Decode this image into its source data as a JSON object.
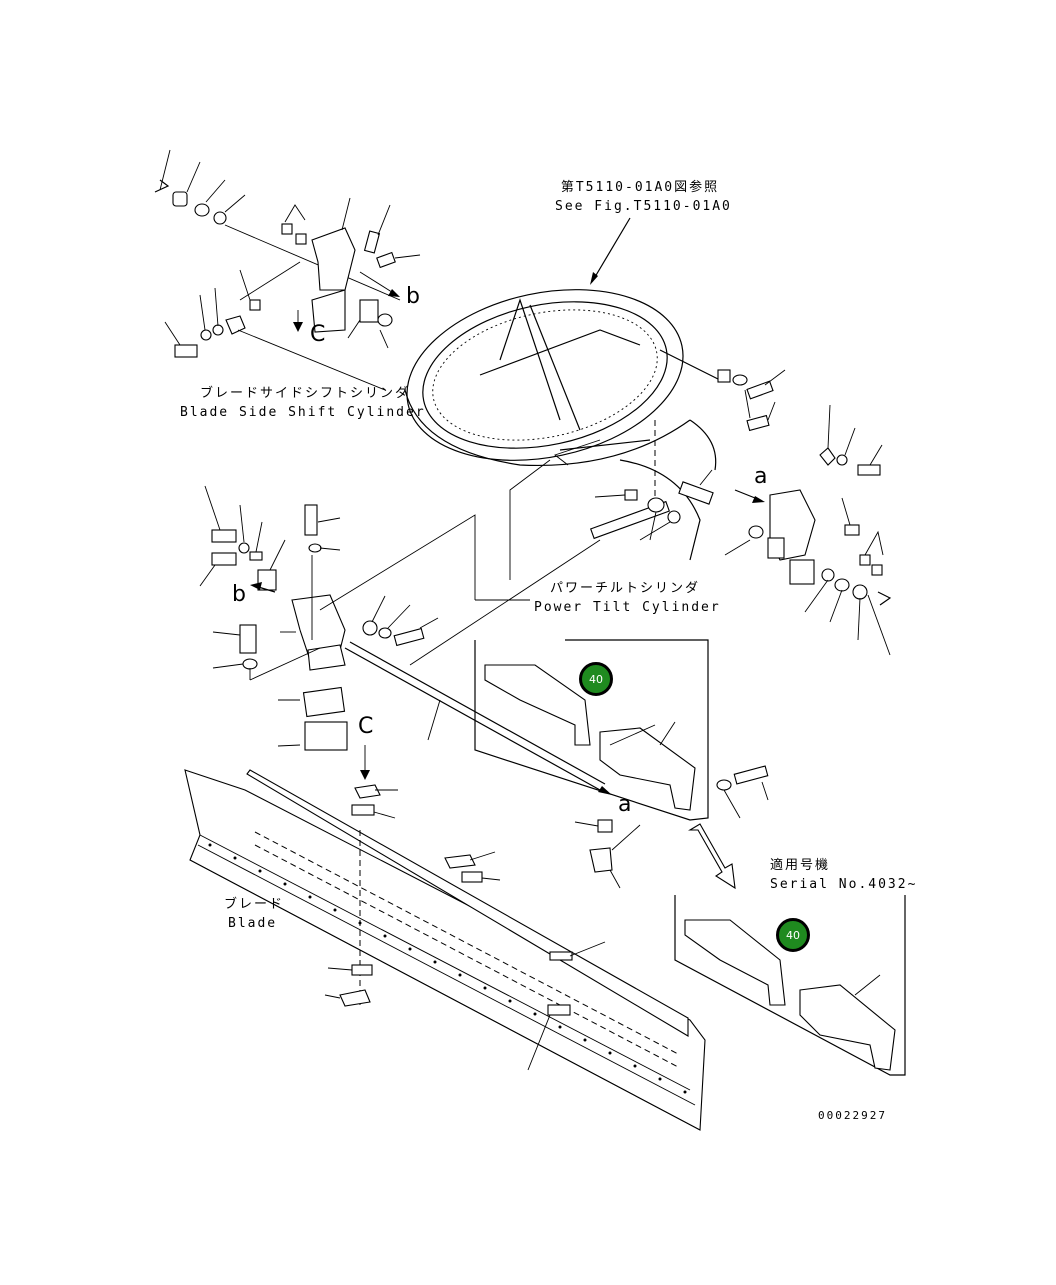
{
  "ref_note": {
    "jp": "第T5110-01A0図参照",
    "en": "See Fig.T5110-01A0"
  },
  "labels": {
    "side_shift_jp": "ブレードサイドシフトシリンダ",
    "side_shift_en": "Blade Side Shift Cylinder",
    "power_tilt_jp": "パワーチルトシリンダ",
    "power_tilt_en": "Power Tilt Cylinder",
    "blade_jp": "ブレード",
    "blade_en": "Blade",
    "serial_jp": "適用号機",
    "serial_en": "Serial No.4032~"
  },
  "markers": {
    "a1": "a",
    "a2": "a",
    "b1": "b",
    "b2": "b",
    "c1": "C",
    "c2": "C"
  },
  "badges": {
    "top": "40",
    "bottom": "40"
  },
  "badge_color": "#1f8a1f",
  "figure_number": "00022927"
}
